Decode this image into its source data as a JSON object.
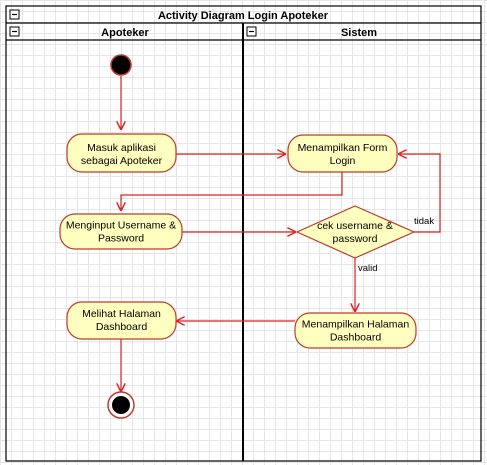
{
  "diagram": {
    "title": "Activity Diagram Login Apoteker",
    "lanes": [
      "Apoteker",
      "Sistem"
    ],
    "lane_marker": "minus-box-icon",
    "colors": {
      "node_fill": "#ffffc0",
      "node_stroke": "#c0392b",
      "edge": "#e02020",
      "frame": "#000000"
    },
    "actions": {
      "masuk": [
        "Masuk aplikasi",
        "sebagai Apoteker"
      ],
      "menampilkan_form": [
        "Menampilkan Form",
        "Login"
      ],
      "menginput": [
        "Menginput Username &",
        "Password"
      ],
      "melihat": [
        "Melihat Halaman",
        "Dashboard"
      ],
      "menampilkan_dashboard": [
        "Menampilkan Halaman",
        "Dashboard"
      ]
    },
    "decision": [
      "cek username &",
      "password"
    ],
    "guards": {
      "valid": "valid",
      "tidak": "tidak"
    }
  }
}
